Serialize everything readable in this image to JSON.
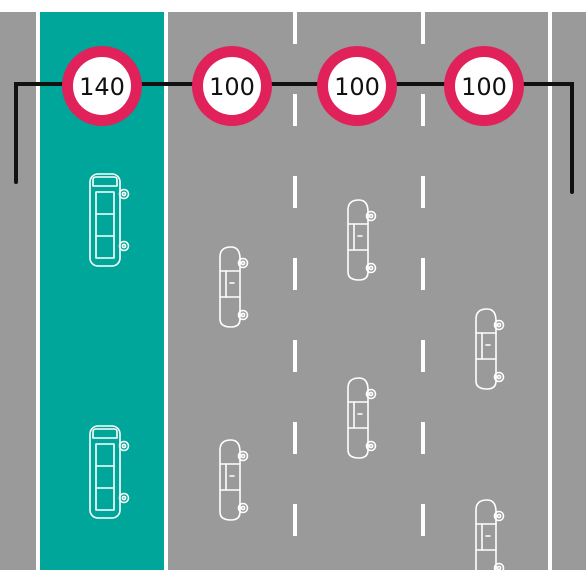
{
  "colors": {
    "road": "#9a9a9a",
    "lane_marking": "#ffffff",
    "bus_lane": "#00a699",
    "gantry": "#111111",
    "sign_ring": "#e0215a",
    "sign_face": "#ffffff",
    "sign_text": "#111111"
  },
  "signs": [
    {
      "label": "140"
    },
    {
      "label": "100"
    },
    {
      "label": "100"
    },
    {
      "label": "100"
    }
  ],
  "vehicles": {
    "bus_lane": [
      "bus-icon",
      "bus-icon"
    ],
    "general_lanes": [
      "car-icon",
      "car-icon",
      "car-icon",
      "car-icon",
      "car-icon",
      "car-icon"
    ]
  }
}
